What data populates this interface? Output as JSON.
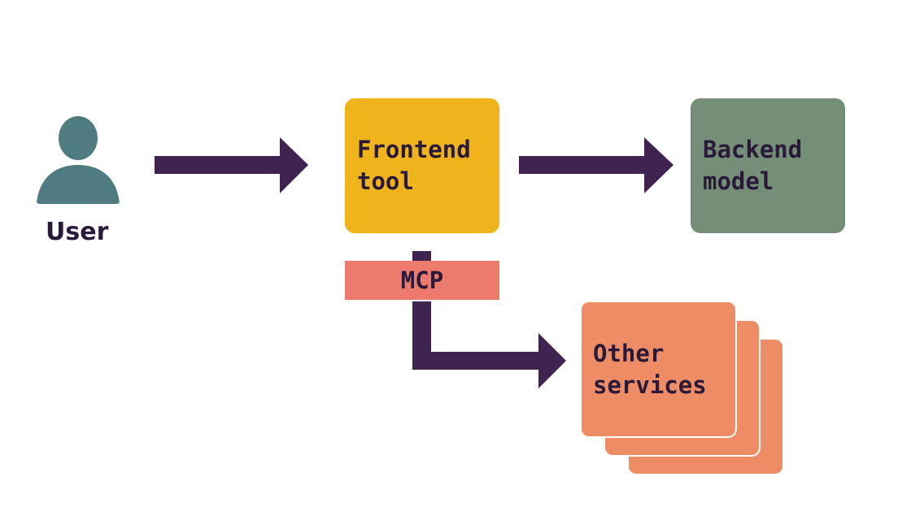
{
  "diagram": {
    "user": {
      "label": "User",
      "icon": "user-icon"
    },
    "frontend": {
      "label": "Frontend\ntool"
    },
    "backend": {
      "label": "Backend\nmodel"
    },
    "mcp": {
      "label": "MCP"
    },
    "services": {
      "label": "Other\nservices"
    },
    "edges": [
      {
        "from": "User",
        "to": "Frontend tool"
      },
      {
        "from": "Frontend tool",
        "to": "Backend model"
      },
      {
        "from": "Frontend tool",
        "to": "Other services",
        "via": "MCP"
      }
    ]
  },
  "colors": {
    "arrow": "#3f2350",
    "text": "#2a1a3a",
    "user": "#4f7c80",
    "frontend": "#efb31c",
    "backend": "#748e77",
    "mcp": "#ec7b6e",
    "services": "#ee8c66"
  }
}
